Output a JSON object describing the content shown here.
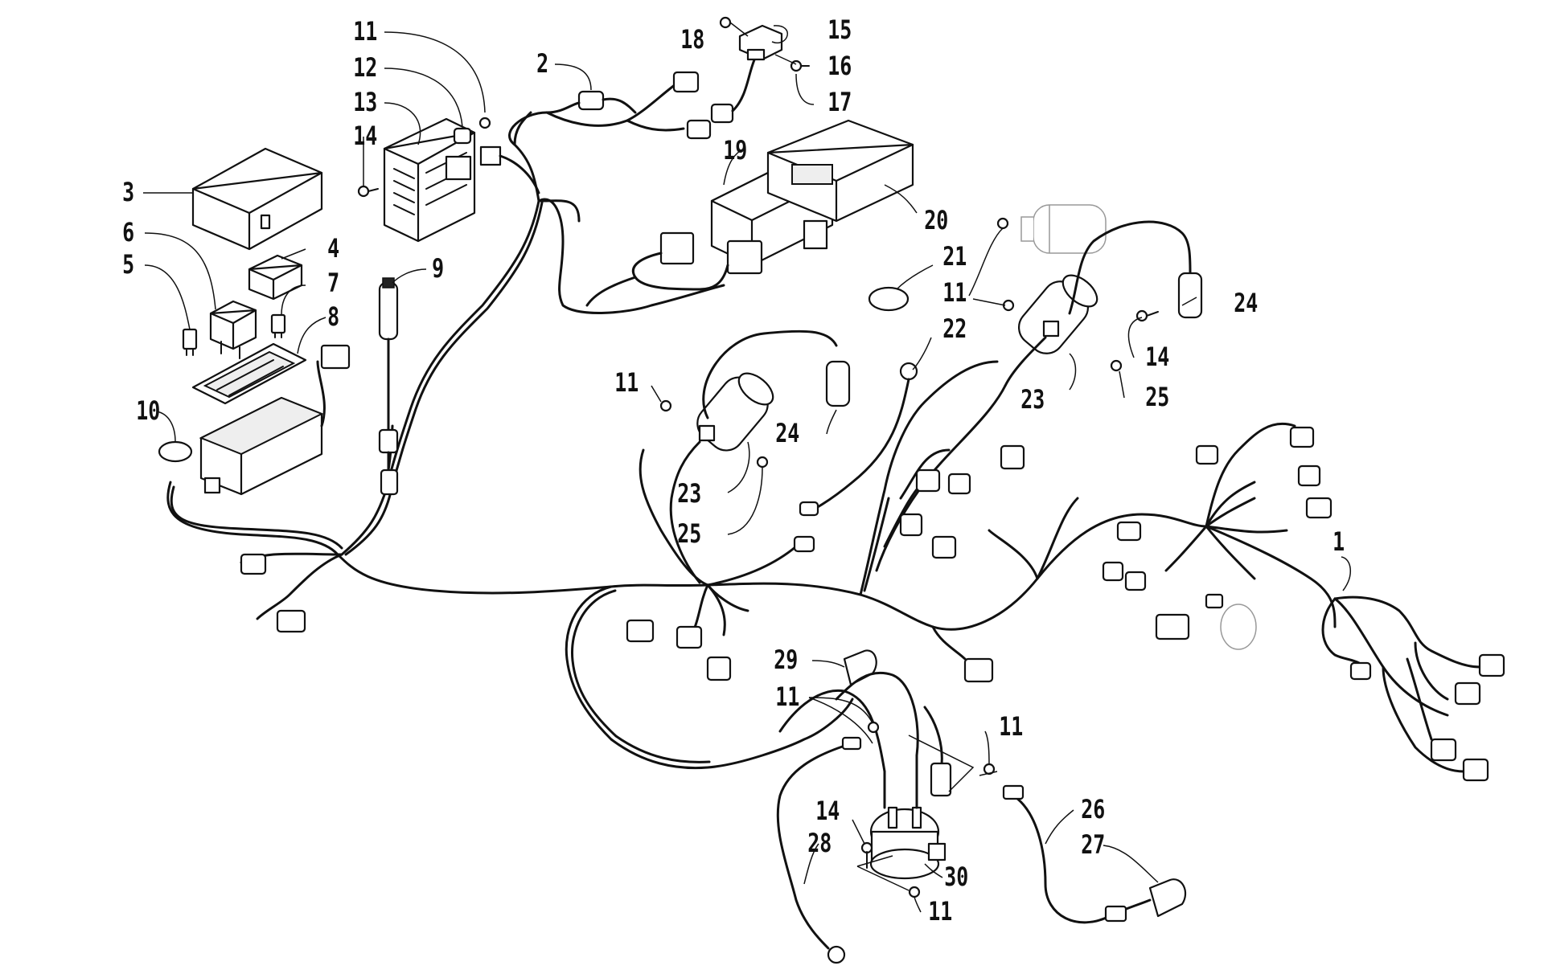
{
  "callouts": [
    {
      "id": "1",
      "label": "1"
    },
    {
      "id": "2",
      "label": "2"
    },
    {
      "id": "3",
      "label": "3"
    },
    {
      "id": "4",
      "label": "4"
    },
    {
      "id": "5",
      "label": "5"
    },
    {
      "id": "6",
      "label": "6"
    },
    {
      "id": "7",
      "label": "7"
    },
    {
      "id": "8",
      "label": "8"
    },
    {
      "id": "9",
      "label": "9"
    },
    {
      "id": "10",
      "label": "10"
    },
    {
      "id": "11a",
      "label": "11"
    },
    {
      "id": "11b",
      "label": "11"
    },
    {
      "id": "11c",
      "label": "11"
    },
    {
      "id": "11d",
      "label": "11"
    },
    {
      "id": "11e",
      "label": "11"
    },
    {
      "id": "11f",
      "label": "11"
    },
    {
      "id": "12",
      "label": "12"
    },
    {
      "id": "13",
      "label": "13"
    },
    {
      "id": "14a",
      "label": "14"
    },
    {
      "id": "14b",
      "label": "14"
    },
    {
      "id": "14c",
      "label": "14"
    },
    {
      "id": "15",
      "label": "15"
    },
    {
      "id": "16",
      "label": "16"
    },
    {
      "id": "17",
      "label": "17"
    },
    {
      "id": "18",
      "label": "18"
    },
    {
      "id": "19",
      "label": "19"
    },
    {
      "id": "20",
      "label": "20"
    },
    {
      "id": "21",
      "label": "21"
    },
    {
      "id": "22",
      "label": "22"
    },
    {
      "id": "23a",
      "label": "23"
    },
    {
      "id": "23b",
      "label": "23"
    },
    {
      "id": "24a",
      "label": "24"
    },
    {
      "id": "24b",
      "label": "24"
    },
    {
      "id": "25a",
      "label": "25"
    },
    {
      "id": "25b",
      "label": "25"
    },
    {
      "id": "26",
      "label": "26"
    },
    {
      "id": "27",
      "label": "27"
    },
    {
      "id": "28",
      "label": "28"
    },
    {
      "id": "29",
      "label": "29"
    },
    {
      "id": "30",
      "label": "30"
    }
  ]
}
